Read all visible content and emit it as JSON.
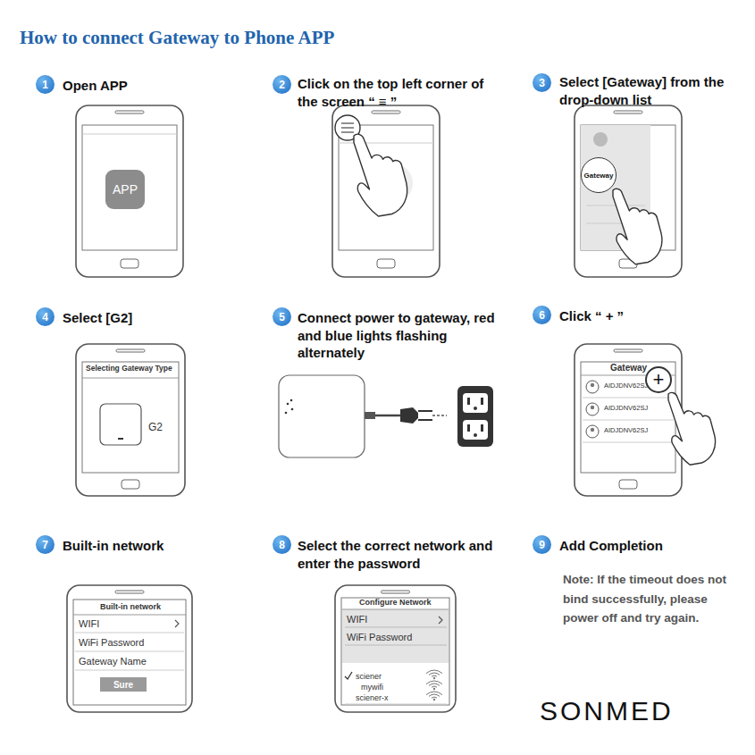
{
  "diagram": {
    "title": "How to connect Gateway to Phone APP",
    "nodes": [
      {
        "text": [
          "1"
        ]
      },
      {
        "text": [
          "APP"
        ]
      },
      {
        "text": [
          "2"
        ]
      },
      {
        "text": [
          "3"
        ]
      },
      {
        "text": [
          "Gateway"
        ]
      },
      {
        "text": [
          "4"
        ]
      },
      {
        "text": [
          "5"
        ]
      },
      {
        "text": [
          "6"
        ]
      },
      {
        "text": [
          "+"
        ]
      },
      {
        "text": [
          "7"
        ]
      },
      {
        "text": [
          "Sure"
        ]
      },
      {
        "text": [
          "8"
        ]
      },
      {
        "text": [
          "9"
        ]
      }
    ],
    "labels": [
      "Open APP",
      "Click on the top left corner of the screen “ ≡ ”",
      "Select [Gateway] from the drop-down list",
      "Select [G2]",
      "Connect power to gateway, red and blue lights flashing alternately",
      "Click “ + ”",
      "Built-in network",
      "Select the correct network and enter the password",
      "Add Completion",
      "Note: If the timeout does not bind successfully, please power off and try again.",
      "SONMED",
      "Selecting Gateway Type",
      "G2",
      "Gateway",
      "AIDJDNV62SJ",
      "AIDJDNV62SJ",
      "AIDJDNV62SJ",
      "Built-in network",
      "WIFI",
      "WiFi Password",
      "Gateway Name",
      "Configure Network",
      "WIFI",
      "WiFi Password",
      "sciener",
      "mywifi",
      "sciener-x"
    ]
  }
}
